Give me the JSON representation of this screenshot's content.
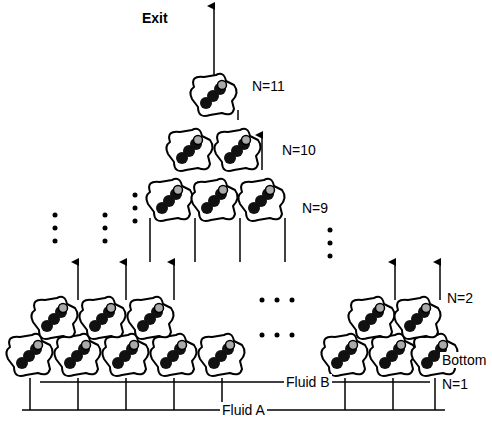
{
  "diagram": {
    "labels": [
      "Exit",
      "N=11",
      "N=10",
      "N=9",
      "N=2",
      "Bottom",
      "N=1",
      "Fluid B",
      "Fluid A"
    ]
  }
}
